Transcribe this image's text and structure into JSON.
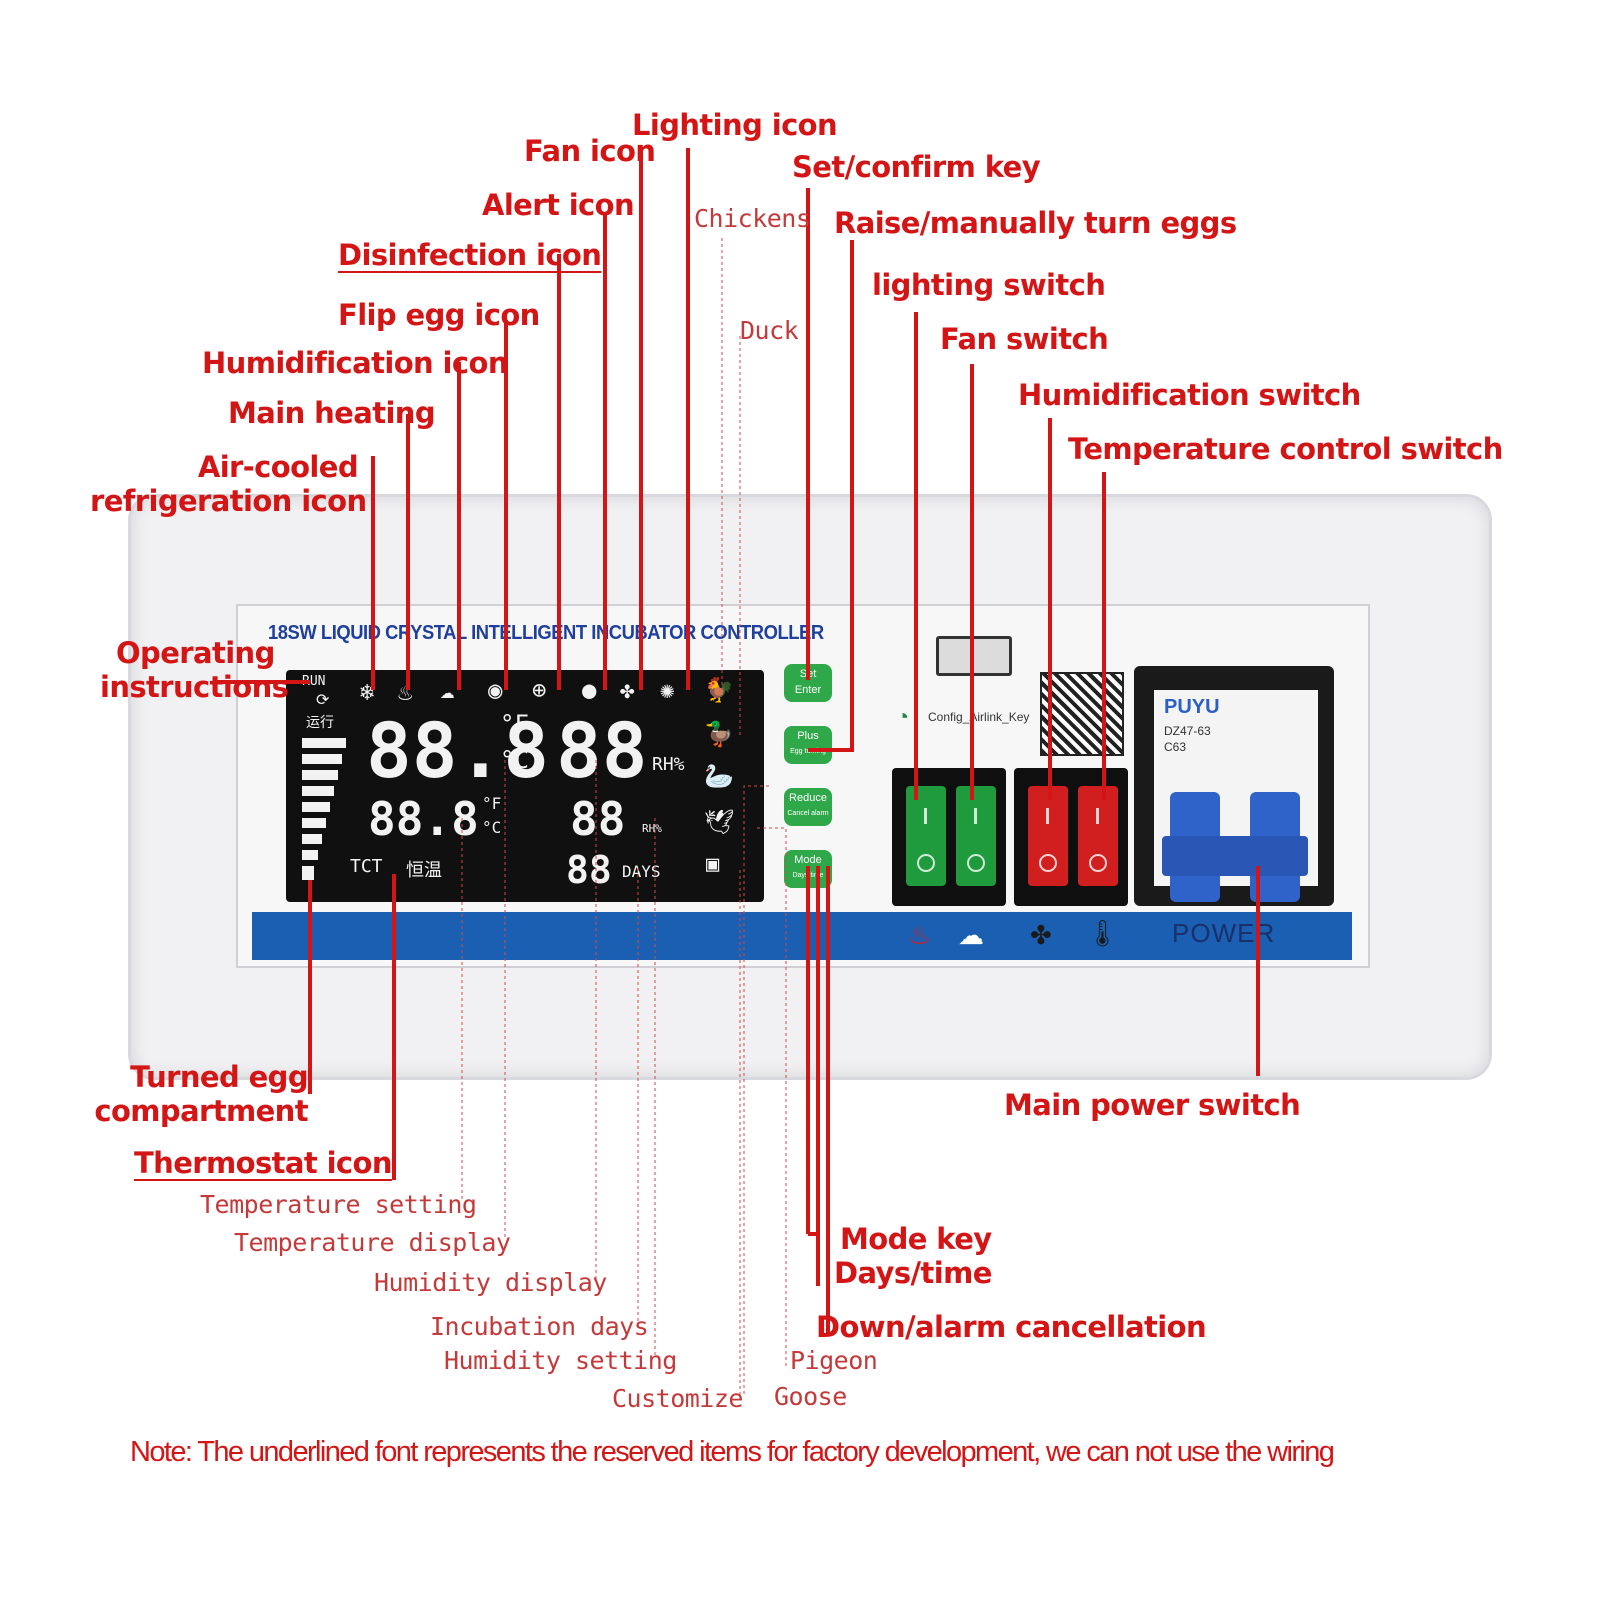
{
  "panel": {
    "title": "18SW  LIQUID CRYSTAL INTELLIGENT INCUBATOR CONTROLLER",
    "power_text": "POWER",
    "config_text": "Config_Airlink_Key",
    "breaker_brand": "PUYU",
    "breaker_model": "DZ47-63",
    "breaker_rating": "C63"
  },
  "lcd": {
    "run_label": "RUN",
    "run_cn": "运行",
    "main_temp": "88.8",
    "unit_f": "°F",
    "unit_c": "°C",
    "main_humidity": "88",
    "rh": "RH%",
    "set_temp": "88.8",
    "set_humidity": "88",
    "days_value": "88",
    "days": "DAYS",
    "tct": "TCT",
    "tct_cn": "恒温"
  },
  "keys": {
    "set_line1": "Set",
    "set_line2": "Enter",
    "plus_line1": "Plus",
    "plus_line2": "Egg turning",
    "reduce_line1": "Reduce",
    "reduce_line2": "Cancel alarm",
    "mode_line1": "Mode",
    "mode_line2": "Days/time"
  },
  "labels": {
    "lighting_icon": "Lighting icon",
    "fan_icon": "Fan icon",
    "set_confirm_key": "Set/confirm key",
    "alert_icon": "Alert icon",
    "chickens": "Chickens",
    "raise_turn_eggs": "Raise/manually turn eggs",
    "disinfection_icon": "Disinfection icon",
    "lighting_switch": "lighting switch",
    "flip_egg_icon": "Flip egg icon",
    "duck": "Duck",
    "fan_switch": "Fan switch",
    "humidification_icon": "Humidification icon",
    "humidification_switch": "Humidification switch",
    "main_heating": "Main heating",
    "temperature_control_switch": "Temperature control switch",
    "air_cooled_1": "Air-cooled",
    "air_cooled_2": "refrigeration icon",
    "operating_1": "Operating",
    "operating_2": "instructions",
    "turned_egg_1": "Turned egg",
    "turned_egg_2": "compartment",
    "main_power_switch": "Main power switch",
    "thermostat_icon": "Thermostat icon",
    "temperature_setting": "Temperature setting",
    "temperature_display": "Temperature display",
    "humidity_display": "Humidity display",
    "mode_key": "Mode key",
    "days_time": "Days/time",
    "incubation_days": "Incubation days",
    "down_alarm_cancel": "Down/alarm cancellation",
    "humidity_setting": "Humidity setting",
    "pigeon": "Pigeon",
    "customize": "Customize",
    "goose": "Goose",
    "note": "Note: The underlined font represents the reserved items for factory development, we can not use the wiring"
  },
  "colors": {
    "label_red": "#d41515",
    "thin_red": "#c43a3a",
    "lcd_bg": "#101010",
    "key_green": "#2fa84a",
    "rocker_green": "#1f9a3c",
    "rocker_red": "#d11f1f",
    "band_blue": "#1b5fb3",
    "breaker_blue": "#2f63c9"
  }
}
